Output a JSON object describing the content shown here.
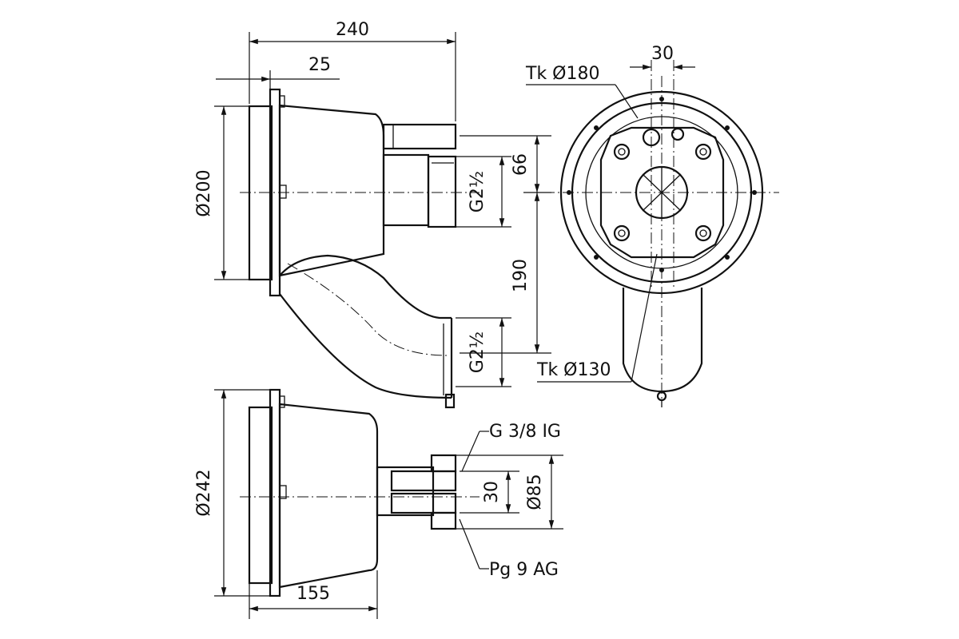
{
  "dimensions": {
    "overall_length": "240",
    "flange_depth": "25",
    "diameter_upper": "Ø200",
    "thread_upper": "G2½",
    "spacing_66": "66",
    "spacing_190": "190",
    "thread_lower": "G2½",
    "pitch_circle_large": "Tk Ø180",
    "pitch_circle_small": "Tk Ø130",
    "hole_spacing": "30",
    "diameter_lower": "Ø242",
    "body_length": "155",
    "port_spacing": "30",
    "hub_diameter": "Ø85"
  },
  "callouts": {
    "internal_thread": "G 3/8 IG",
    "cable_gland": "Pg 9 AG"
  }
}
